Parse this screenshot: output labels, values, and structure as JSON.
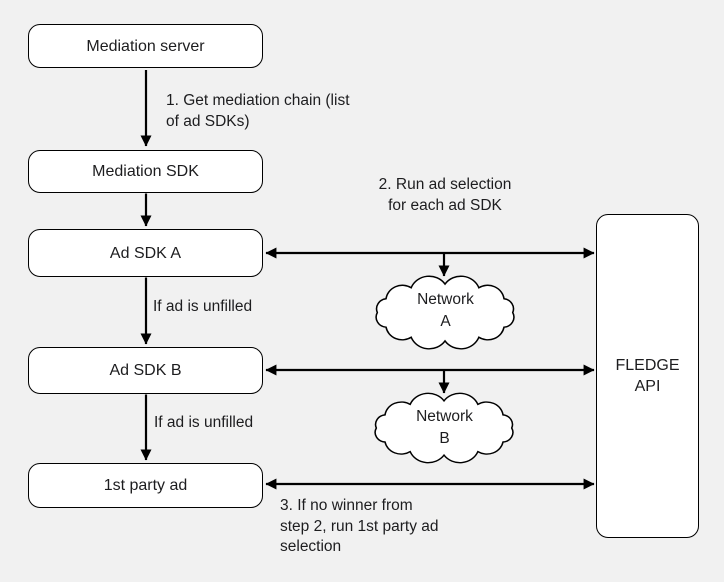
{
  "diagram": {
    "nodes": {
      "mediation_server": {
        "label": "Mediation server"
      },
      "mediation_sdk": {
        "label": "Mediation SDK"
      },
      "ad_sdk_a": {
        "label": "Ad SDK A"
      },
      "ad_sdk_b": {
        "label": "Ad SDK B"
      },
      "first_party_ad": {
        "label": "1st party ad"
      },
      "fledge_api": {
        "label": "FLEDGE\nAPI"
      }
    },
    "clouds": {
      "network_a": {
        "label": "Network\nA"
      },
      "network_b": {
        "label": "Network\nB"
      }
    },
    "annotations": {
      "step1": "1. Get mediation chain (list\nof ad SDKs)",
      "step2": "2. Run ad selection\nfor each ad SDK",
      "if_unfilled_1": "If ad is unfilled",
      "if_unfilled_2": "If ad is unfilled",
      "step3": "3. If no winner from\nstep 2, run 1st party ad\nselection"
    },
    "colors": {
      "background": "#f1f1f1",
      "node_fill": "#ffffff",
      "stroke": "#000000",
      "text": "#1d1d1f"
    }
  }
}
